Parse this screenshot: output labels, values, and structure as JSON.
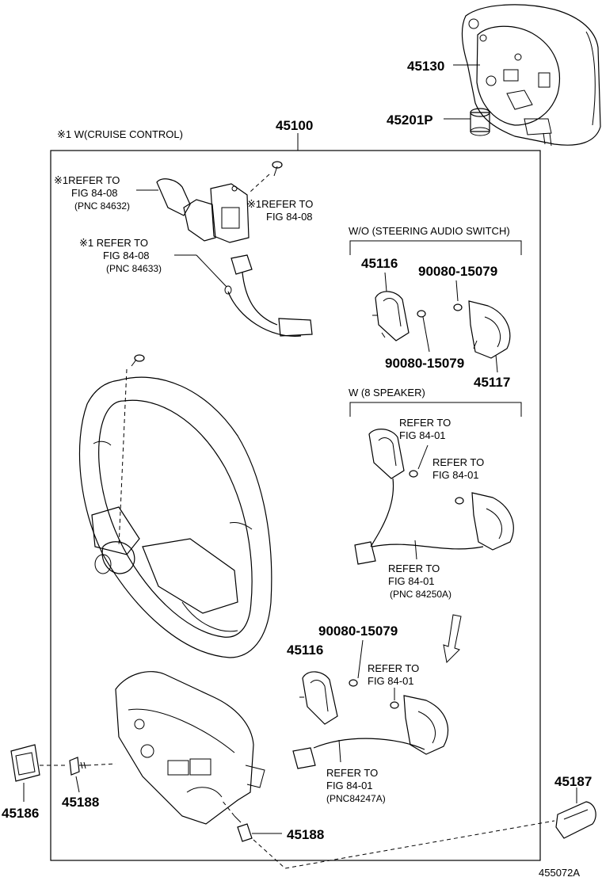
{
  "parts": {
    "p45130": "45130",
    "p45201p": "45201P",
    "p45100": "45100",
    "p45116_top": "45116",
    "p90080_a": "90080-15079",
    "p90080_b": "90080-15079",
    "p45117": "45117",
    "p90080_c": "90080-15079",
    "p45116_bottom": "45116",
    "p45187": "45187",
    "p45186": "45186",
    "p45188_left": "45188",
    "p45188_bottom": "45188",
    "drawing_code": "455072A"
  },
  "notes": {
    "cruise_header": "※1 W(CRUISE CONTROL)",
    "r1_line1": "※1REFER TO",
    "r1_line2": "FIG 84-08",
    "r1_line3": "(PNC 84632)",
    "r2_line1": "※1REFER TO",
    "r2_line2": "FIG 84-08",
    "r3_line1": "※1 REFER TO",
    "r3_line2": "FIG 84-08",
    "r3_line3": "(PNC 84633)",
    "wo_audio": "W/O (STEERING AUDIO SWITCH)",
    "w_speaker": "W (8 SPEAKER)",
    "r4_line1": "REFER TO",
    "r4_line2": "FIG 84-01",
    "r5_line1": "REFER TO",
    "r5_line2": "FIG 84-01",
    "r6_line1": "REFER TO",
    "r6_line2": "FIG 84-01",
    "r6_line3": "(PNC 84250A)",
    "r7_line1": "REFER TO",
    "r7_line2": "FIG 84-01",
    "r8_line1": "REFER TO",
    "r8_line2": "FIG 84-01",
    "r8_line3": "(PNC84247A)"
  }
}
